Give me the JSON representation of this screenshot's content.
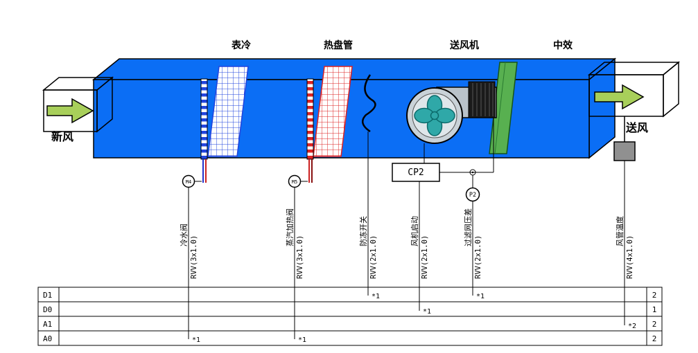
{
  "sections": {
    "cooling": "表冷",
    "heating": "热盘管",
    "fan": "送风机",
    "filter": "中效"
  },
  "flow": {
    "inlet": "新风",
    "outlet": "送风"
  },
  "devices": {
    "controller": "CP2",
    "valve_m4": "M4",
    "valve_m5": "M5",
    "pressure_p2": "P2"
  },
  "wires": [
    {
      "name": "冷水阀",
      "spec": "RVV(3x1.0)",
      "mark": "*1"
    },
    {
      "name": "蒸汽加热阀",
      "spec": "RVV(3x1.0)",
      "mark": "*1"
    },
    {
      "name": "防冻开关",
      "spec": "RVV(2x1.0)",
      "mark": "*1"
    },
    {
      "name": "风机启动",
      "spec": "RVV(2x1.0)",
      "mark": "*1"
    },
    {
      "name": "过滤网压差",
      "spec": "RVV(2x1.0)",
      "mark": "*1"
    },
    {
      "name": "风管温度",
      "spec": "RVV(4x1.0)",
      "mark": "*2"
    }
  ],
  "io_table": {
    "rows": [
      {
        "label": "D1",
        "count": "2"
      },
      {
        "label": "D0",
        "count": "1"
      },
      {
        "label": "A1",
        "count": "2"
      },
      {
        "label": "A0",
        "count": "2"
      }
    ]
  },
  "colors": {
    "duct_blue": "#0b6ef5",
    "arrow_green": "#a8cf5a",
    "fan_teal": "#2fa8a8",
    "filter_green": "#58b050",
    "coil_blue": "#2244dd",
    "coil_red": "#dd2222",
    "sensor_gray": "#909090"
  }
}
